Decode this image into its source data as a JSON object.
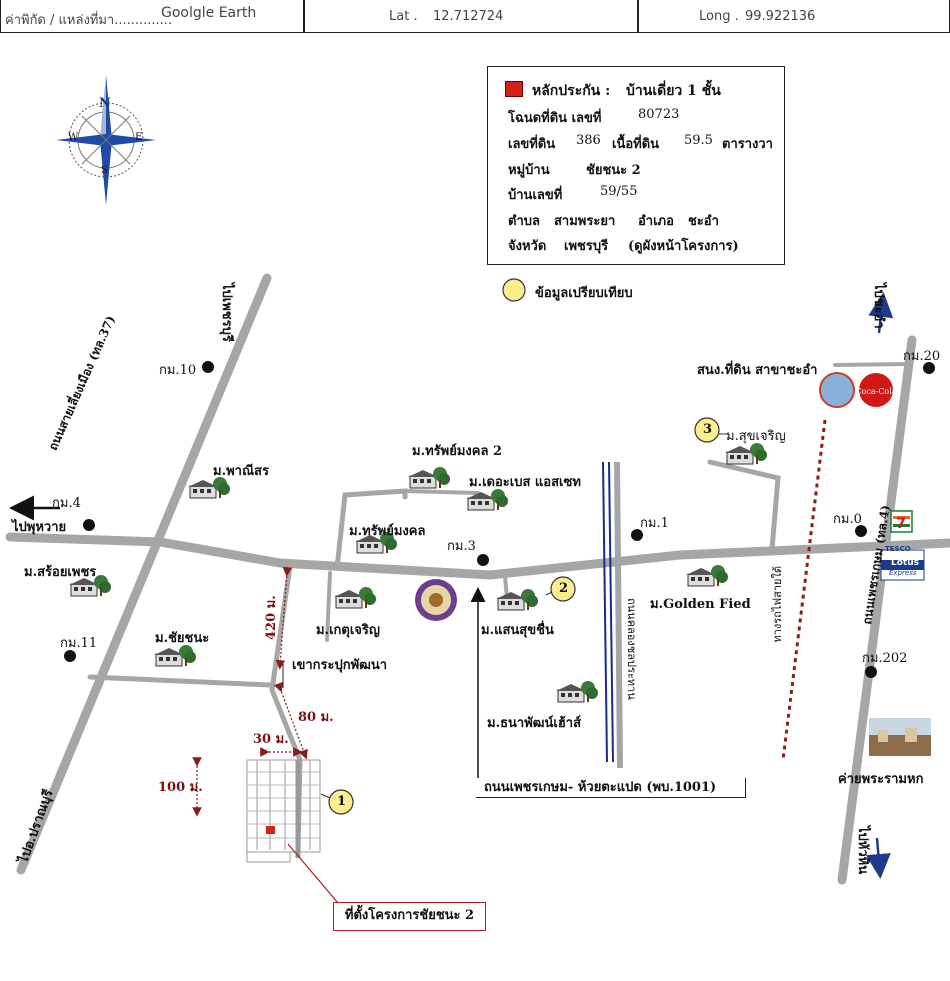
{
  "header": {
    "source_label": "ค่าพิกัด / แหล่งที่มา..............",
    "source_value": "Goolgle Earth",
    "lat_label": "Lat .",
    "lat_value": "12.712724",
    "long_label": "Long .",
    "long_value": "99.922136"
  },
  "compass": {
    "n": "N",
    "s": "S",
    "e": "E",
    "w": "W"
  },
  "legend": {
    "collateral_label": "หลักประกัน :",
    "collateral_value": "บ้านเดี่ยว 1 ชั้น",
    "deed_label": "โฉนดที่ดิน เลขที่",
    "deed_value": "80723",
    "land_no_label": "เลขที่ดิน",
    "land_no_value": "386",
    "area_label": "เนื้อที่ดิน",
    "area_value": "59.5",
    "area_unit": "ตารางวา",
    "village_label": "หมู่บ้าน",
    "village_value": "ชัยชนะ 2",
    "house_no_label": "บ้านเลขที่",
    "house_no_value": "59/55",
    "subdistrict_label": "ตำบล",
    "subdistrict_value": "สามพระยา",
    "district_label": "อำเภอ",
    "district_value": "ชะอำ",
    "province_label": "จังหวัด",
    "province_value": "เพชรบุรี",
    "plan_note": "(ดูผังหน้าโครงการ)",
    "comparison_label": "ข้อมูลเปรียบเทียบ"
  },
  "directions": {
    "to_phetchaburi": "ไปเพชรบุรี",
    "to_huai_phu": "ไปพุหวาย",
    "to_pranburi": "ไปอ.ปราณบุรี",
    "to_cha_am": "ไปชะอำ",
    "to_hua_hin": "ไปหัวหิน"
  },
  "roads": {
    "sai_liang_muang": "ถนนสายเลี่ยงเมือง (ทล.37)",
    "phet_kasem": "ถนนเพชรเกษม (ทล.4)",
    "irrigation_canal": "ถนนคลองชลประทาน",
    "railway": "ทางรถไฟสายใต้",
    "phet_kasem_huai_ta_plaet": "ถนนเพชรเกษม- ห้วยตะแปด (พบ.1001)"
  },
  "km_markers": [
    "กม.10",
    "กม.4",
    "กม.11",
    "กม.3",
    "กม.1",
    "กม.0",
    "กม.20",
    "กม.202"
  ],
  "places": {
    "pharnisorn": "ม.พาณีสร",
    "soi_phet": "ม.สร้อยเพชร",
    "chaichana": "ม.ชัยชนะ",
    "sap_mongkol_2": "ม.ทรัพย์มงคล 2",
    "the_base": "ม.เดอะเบส แอสเซท",
    "sap_mongkol": "ม.ทรัพย์มงคล",
    "ket_charoen": "ม.เกตุเจริญ",
    "saensuk_chuen": "ม.แสนสุขชื่น",
    "thanaphat_home": "ม.ธนาพัฒน์เฮ้าส์",
    "golden_field": "ม.Golden Fied",
    "suk_charoen": "ม.สุขเจริญ",
    "land_office": "สนง.ที่ดิน สาขาชะอำ",
    "camp": "ค่ายพระรามหก",
    "khao_krapuk": "เขากระปุกพัฒนา",
    "project_site": "ที่ตั้งโครงการชัยชนะ 2",
    "tesco_line1": "TESCO",
    "tesco_line2": "Lotus",
    "tesco_line3": "Express"
  },
  "distances": {
    "d420": "420 ม.",
    "d80": "80 ม.",
    "d30": "30 ม.",
    "d100": "100 ม."
  },
  "comparison_points": [
    "1",
    "2",
    "3"
  ],
  "colors": {
    "road": "#a6a6a6",
    "road_edge": "#8e8e8e",
    "collateral": "#d2221c",
    "comparison": "#fbee8c",
    "railway": "#8b1c1c",
    "canal": "#1b2a8a",
    "distance": "#8b1c1c",
    "compass_blue": "#1f4aa8"
  }
}
